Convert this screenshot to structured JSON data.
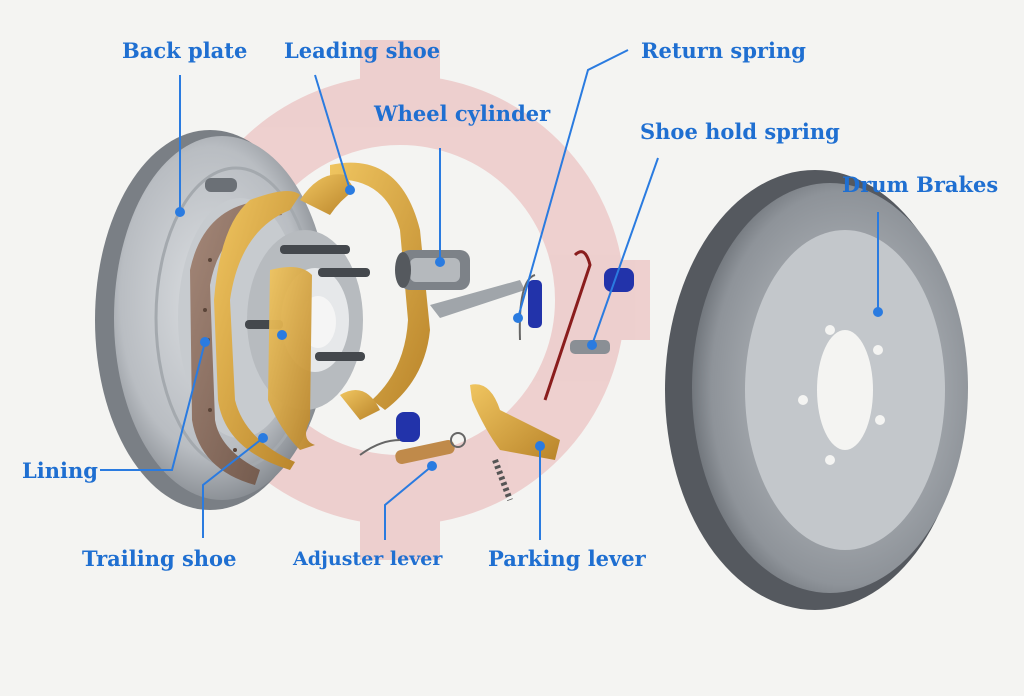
{
  "labels": {
    "back_plate": "Back plate",
    "leading_shoe": "Leading shoe",
    "return_spring": "Return spring",
    "wheel_cylinder": "Wheel cylinder",
    "shoe_hold_spring": "Shoe hold spring",
    "drum_brakes": "Drum Brakes",
    "lining": "Lining",
    "trailing_shoe": "Trailing shoe",
    "adjuster_lever": "Adjuster lever",
    "parking_lever": "Parking lever"
  },
  "colors": {
    "label": "#1f6fd1",
    "leader": "#2a7be0",
    "shoe": "#d4a13a",
    "lining": "#8f7466",
    "metal": "#9a9fa5",
    "spring": "#2233aa",
    "watermark": "#e9b2b2"
  }
}
